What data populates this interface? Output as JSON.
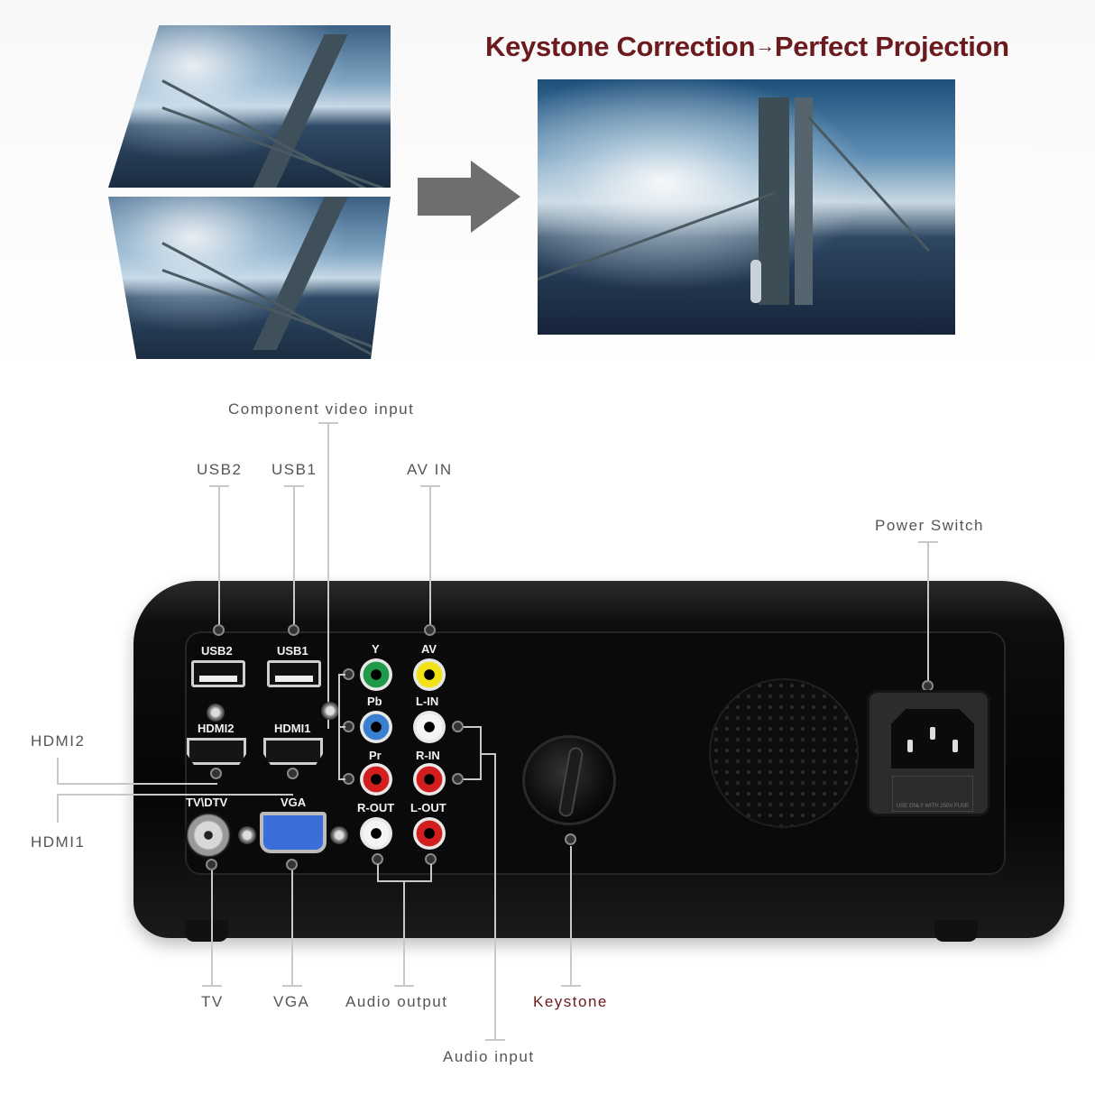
{
  "headline": {
    "left": "Keystone Correction",
    "arrow": "→",
    "right": "Perfect Projection",
    "color": "#6b1a1e"
  },
  "top_images": {
    "distorted_top": "distorted-projection-top",
    "distorted_bottom": "distorted-projection-bottom",
    "arrow": "right-arrow",
    "corrected": "corrected-projection"
  },
  "callouts": {
    "component_video_input": "Component video input",
    "usb2": "USB2",
    "usb1": "USB1",
    "av_in": "AV IN",
    "power_switch": "Power Switch",
    "hdmi2": "HDMI2",
    "hdmi1": "HDMI1",
    "tv": "TV",
    "vga": "VGA",
    "audio_output": "Audio output",
    "keystone": "Keystone",
    "audio_input": "Audio input"
  },
  "panel_labels": {
    "usb2": "USB2",
    "usb1": "USB1",
    "hdmi2": "HDMI2",
    "hdmi1": "HDMI1",
    "tv_dtv": "TV\\DTV",
    "vga": "VGA",
    "y": "Y",
    "pb": "Pb",
    "pr": "Pr",
    "av": "AV",
    "l_in": "L-IN",
    "r_in": "R-IN",
    "r_out": "R-OUT",
    "l_out": "L-OUT",
    "fuse_note": "USE ONLY WITH 250V FUSE"
  },
  "colors": {
    "accent": "#6b1a1e",
    "callout_text": "#555555",
    "rca_green": "#1f9a4a",
    "rca_blue": "#3a7fd0",
    "rca_red": "#d21e1e",
    "rca_yellow": "#f2e21a",
    "rca_white": "#f4f4f4",
    "vga_blue": "#3c6ed8"
  }
}
